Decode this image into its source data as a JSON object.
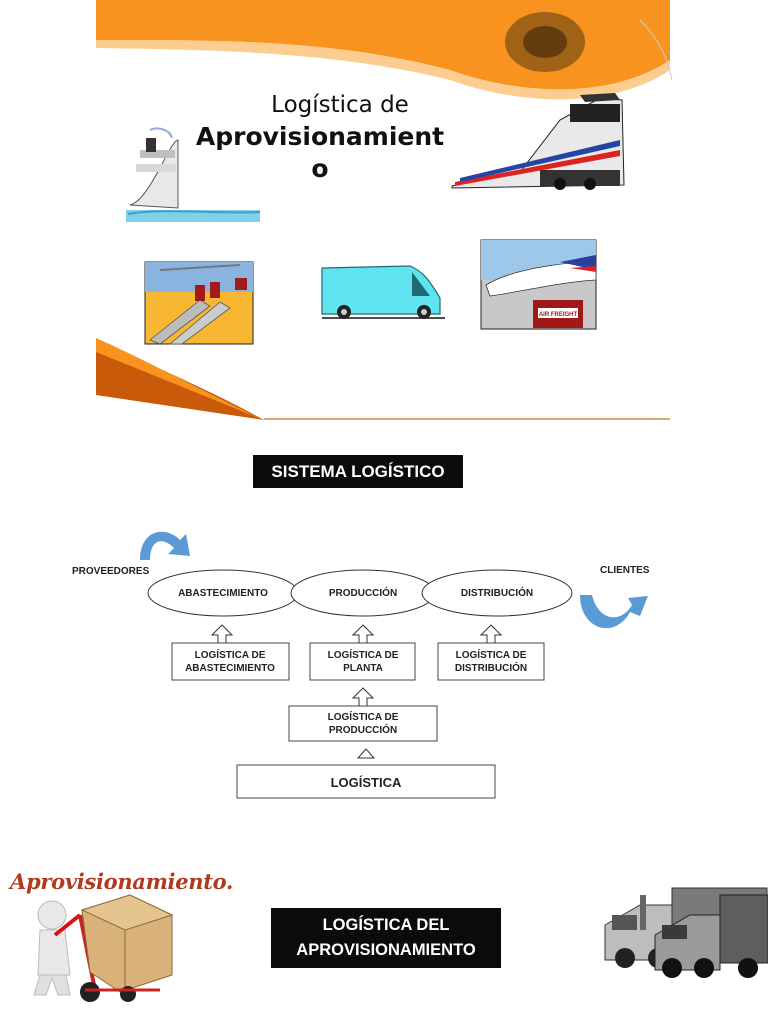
{
  "slide": {
    "title_line1": "Logística de",
    "title_line2": "Aprovisionamient",
    "title_line3": "o",
    "icons": [
      "cruise-ship-icon",
      "train-icon",
      "loading-dock-icon",
      "van-icon",
      "cargo-airplane-icon"
    ],
    "airplane_label": "AIR FREIGHT",
    "colors": {
      "accent_orange": "#f7931e",
      "dark_orange": "#c85a0a"
    }
  },
  "system": {
    "title": "SISTEMA LOGÍSTICO",
    "suppliers": "PROVEEDORES",
    "clients": "CLIENTES",
    "stages": [
      "ABASTECIMIENTO",
      "PRODUCCIÓN",
      "DISTRIBUCIÓN"
    ],
    "sub_boxes": [
      {
        "line1": "LOGÍSTICA DE",
        "line2": "ABASTECIMIENTO"
      },
      {
        "line1": "LOGÍSTICA DE",
        "line2": "PLANTA"
      },
      {
        "line1": "LOGÍSTICA DE",
        "line2": "DISTRIBUCIÓN"
      }
    ],
    "production_box": {
      "line1": "LOGÍSTICA DE",
      "line2": "PRODUCCIÓN"
    },
    "base_box": "LOGÍSTICA",
    "colors": {
      "arrow_blue": "#5b9bd5"
    }
  },
  "bottom": {
    "aprov_word": "Aprovisionamiento.",
    "banner_line1": "LOGÍSTICA DEL",
    "banner_line2": "APROVISIONAMIENTO",
    "icons": [
      "hand-truck-person-icon",
      "trucks-icon"
    ]
  }
}
